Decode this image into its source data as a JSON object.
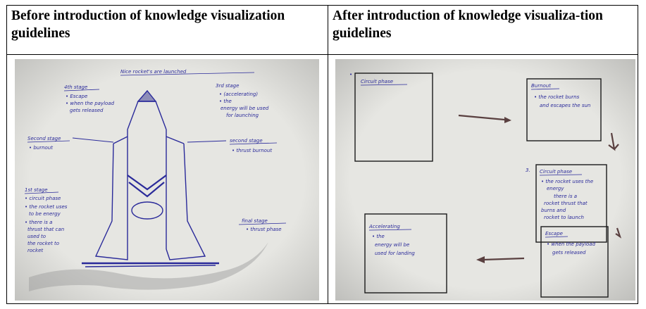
{
  "table": {
    "headers": {
      "before": "Before introduction of knowledge visualization guidelines",
      "after": "After introduction of knowledge visualiza-tion guidelines"
    }
  },
  "colors": {
    "paper": "#e6e6e2",
    "ink": "#2a2a9a",
    "shadow": "#9a9a98"
  },
  "images": {
    "before": {
      "title": "Nice rocket's are launched",
      "labels": {
        "top_stage_title": "4th stage",
        "top_stage_notes": [
          "• Escape",
          "• when the payload",
          "gets released"
        ],
        "third_stage_title": "3rd stage",
        "third_stage_notes": [
          "• (accelerating)",
          "• the",
          "energy will be used",
          "for launching"
        ],
        "second_stage_left_title": "Second stage",
        "second_stage_left_note": "• burnout",
        "second_stage_right_title": "second stage",
        "second_stage_right_note": "• thrust burnout",
        "first_stage_title": "1st stage",
        "first_stage_notes": [
          "• circuit phase",
          "• the rocket uses",
          "to be energy",
          "• there is a",
          "thrust that can",
          "used to",
          "the rocket to",
          "rocket"
        ],
        "final_stage_title": "final stage",
        "final_stage_note": "• thrust phase"
      }
    },
    "after": {
      "boxes": {
        "box1_title": "Circuit phase",
        "box2_title": "Burnout",
        "box2_notes": [
          "• the rocket burns",
          "and escapes the sun"
        ],
        "box3_title": "Circuit phase",
        "box3_notes": [
          "• the rocket uses the",
          "energy",
          "there is a",
          "rocket thrust that",
          "burns and",
          "rocket to launch"
        ],
        "box4_title": "Escape",
        "box4_notes": [
          "• when the payload",
          "gets released"
        ],
        "box5_title": "Accelerating",
        "box5_notes": [
          "• the",
          "energy will be",
          "used for landing"
        ]
      }
    }
  }
}
